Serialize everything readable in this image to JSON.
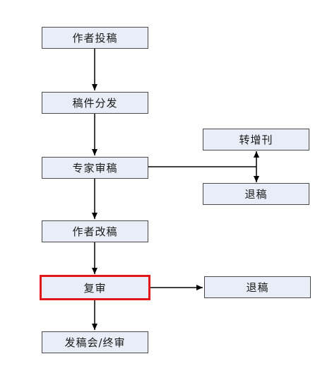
{
  "diagram": {
    "colors": {
      "node_fill": "#e8edf7",
      "node_border": "#4a4a4a",
      "highlight_border": "#e3171a",
      "line": "#000000"
    },
    "nodes": {
      "author_submit": "作者投稿",
      "distribute": "稿件分发",
      "expert_review": "专家审稿",
      "transfer_supplement": "转增刊",
      "reject_1": "退稿",
      "author_revise": "作者改稿",
      "re_review": "复审",
      "reject_2": "退稿",
      "final_meeting": "发稿会/终审"
    }
  }
}
